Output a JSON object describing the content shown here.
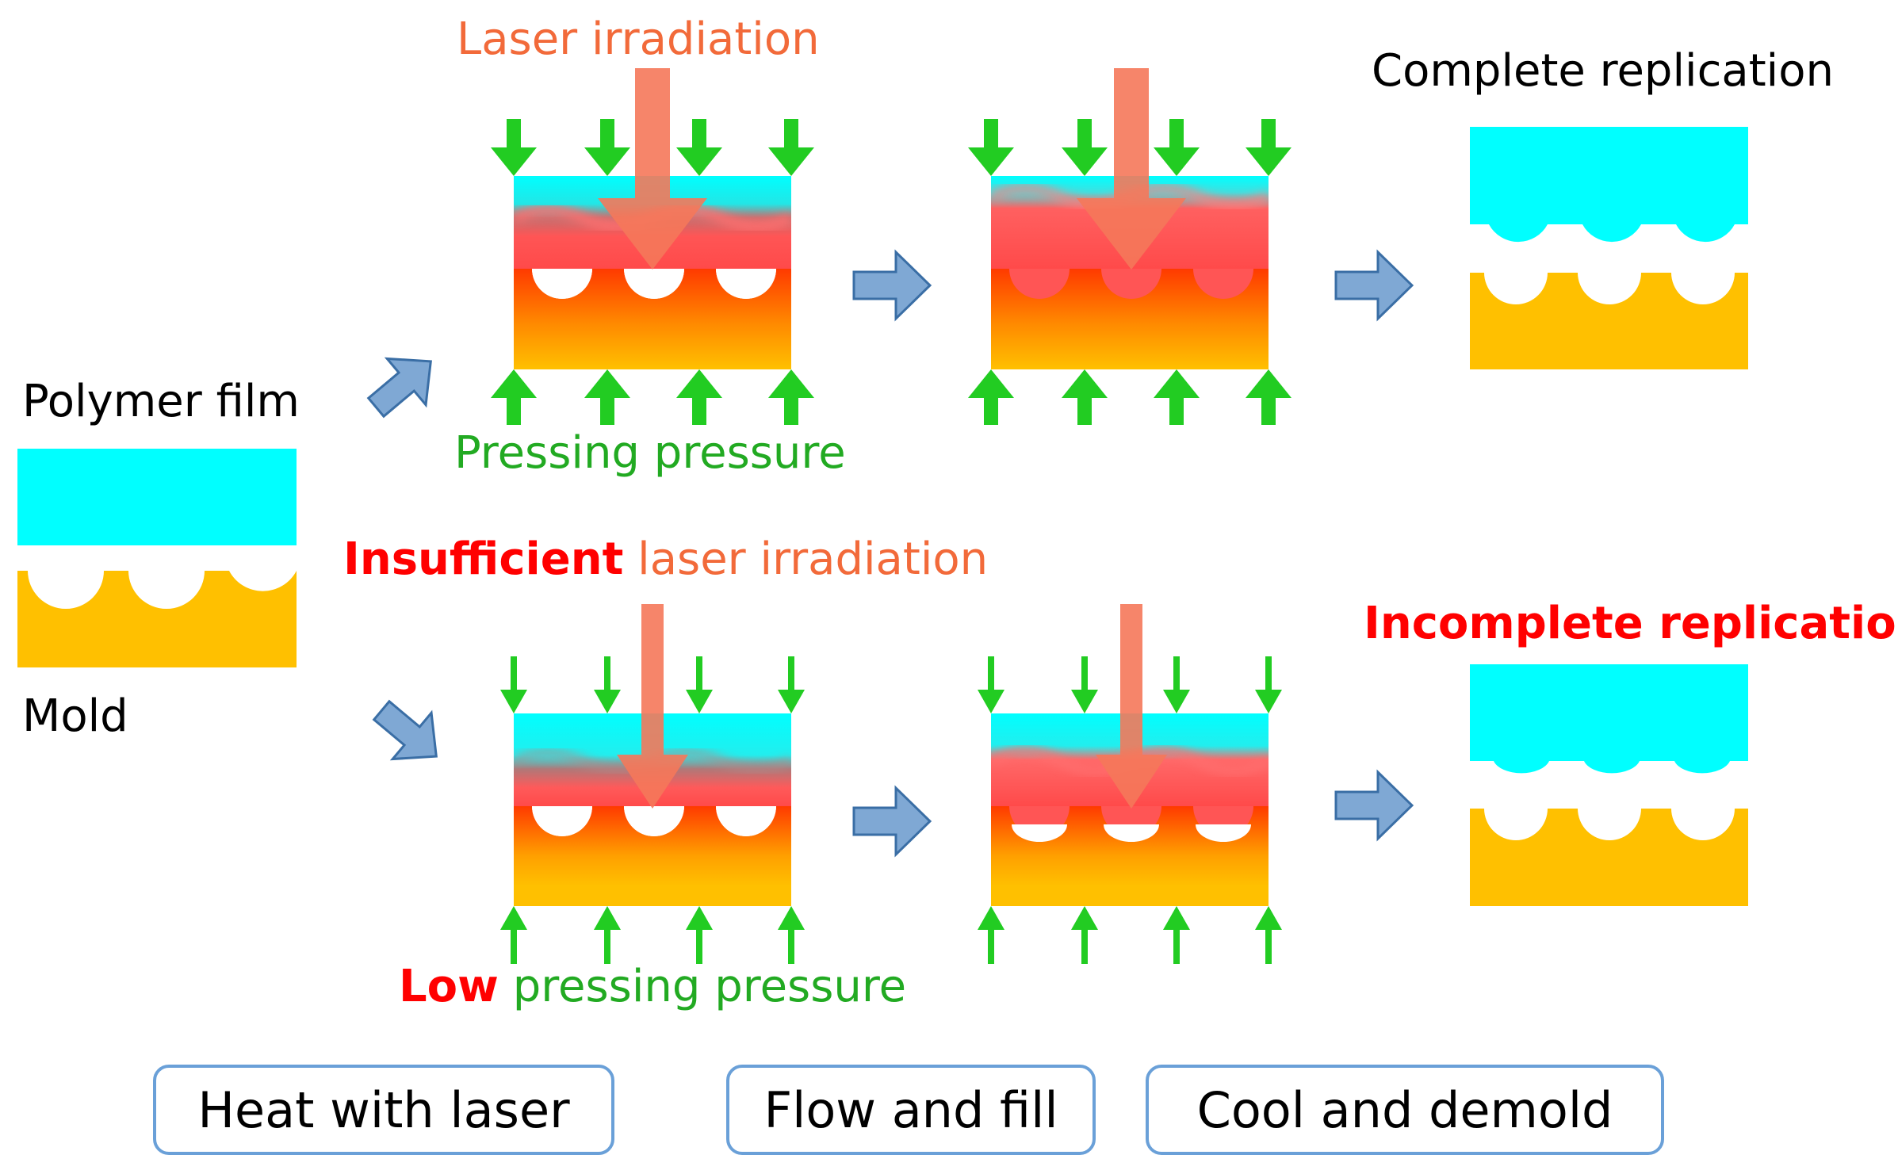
{
  "labels": {
    "laser_irradiation": "Laser irradiation",
    "pressing_pressure": "Pressing pressure",
    "insufficient": "Insufficient",
    "laser_irradiation_lower": " laser irradiation",
    "low": "Low",
    "pressing_pressure_lower": " pressing pressure",
    "complete_replication": "Complete replication",
    "incomplete_replication": "Incomplete replication",
    "polymer_film": "Polymer film",
    "mold": "Mold"
  },
  "steps": [
    {
      "label": "Heat with laser"
    },
    {
      "label": "Flow and fill"
    },
    {
      "label": "Cool and demold"
    }
  ],
  "colors": {
    "film": "#00ffff",
    "mold": "#ffc000",
    "heat_red": "#ff5050",
    "mold_hot": "#ff4000",
    "laser": "#f5785a",
    "pressure": "#22cc22",
    "flow_arrow": "#7fa8d4",
    "flow_arrow_stroke": "#3a6ea5",
    "emphasis_red": "#ff0000",
    "label_green": "#22aa22",
    "box_stroke": "#6aa0d8"
  }
}
